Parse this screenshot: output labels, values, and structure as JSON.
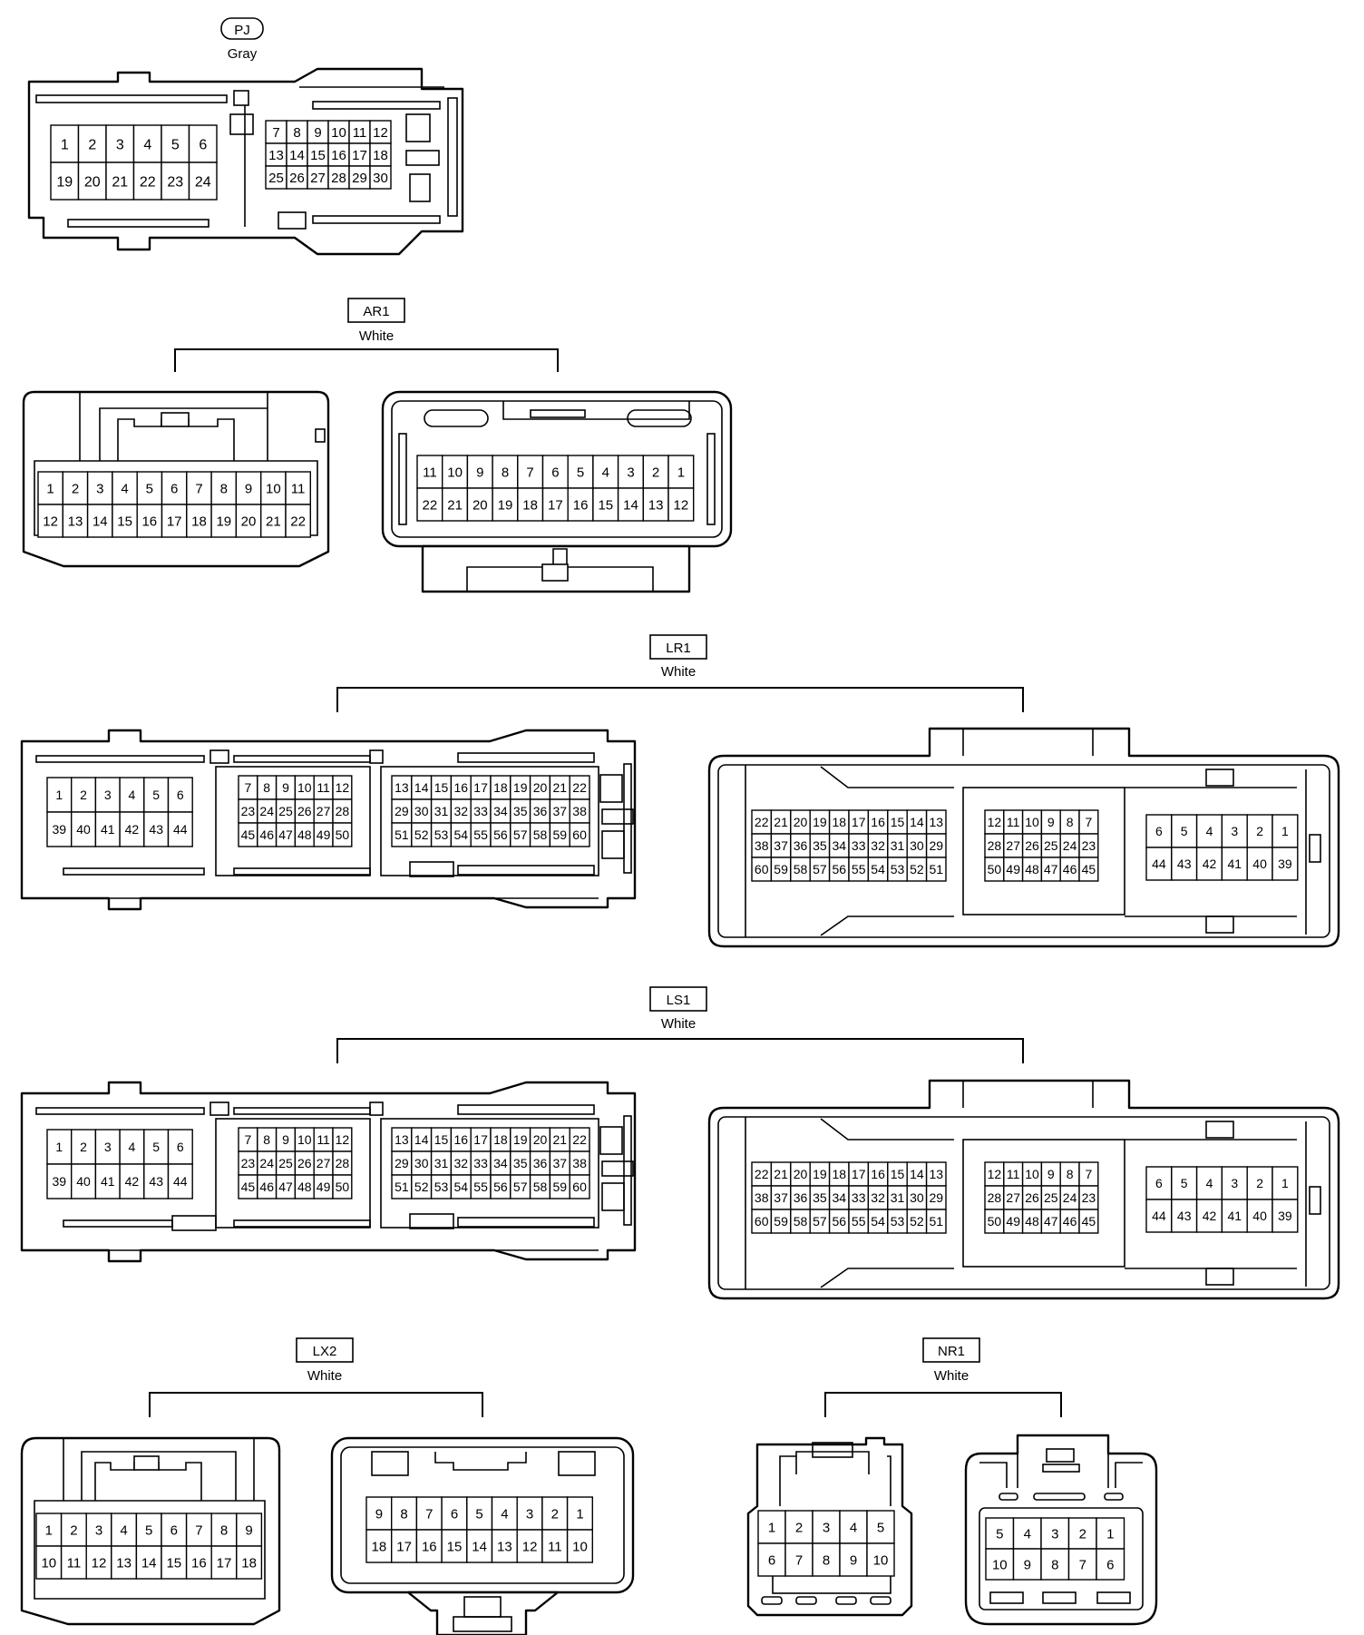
{
  "connectors": {
    "pj": {
      "code": "PJ",
      "color": "Gray"
    },
    "ar1": {
      "code": "AR1",
      "color": "White"
    },
    "lr1": {
      "code": "LR1",
      "color": "White"
    },
    "ls1": {
      "code": "LS1",
      "color": "White"
    },
    "lx2": {
      "code": "LX2",
      "color": "White"
    },
    "nr1": {
      "code": "NR1",
      "color": "White"
    }
  },
  "pin_grids": {
    "pj_left": [
      [
        "1",
        "2",
        "3",
        "4",
        "5",
        "6"
      ],
      [
        "19",
        "20",
        "21",
        "22",
        "23",
        "24"
      ]
    ],
    "pj_right": [
      [
        "7",
        "8",
        "9",
        "10",
        "11",
        "12"
      ],
      [
        "13",
        "14",
        "15",
        "16",
        "17",
        "18"
      ],
      [
        "25",
        "26",
        "27",
        "28",
        "29",
        "30"
      ]
    ],
    "ar1_female": [
      [
        "1",
        "2",
        "3",
        "4",
        "5",
        "6",
        "7",
        "8",
        "9",
        "10",
        "11"
      ],
      [
        "12",
        "13",
        "14",
        "15",
        "16",
        "17",
        "18",
        "19",
        "20",
        "21",
        "22"
      ]
    ],
    "ar1_male": [
      [
        "11",
        "10",
        "9",
        "8",
        "7",
        "6",
        "5",
        "4",
        "3",
        "2",
        "1"
      ],
      [
        "22",
        "21",
        "20",
        "19",
        "18",
        "17",
        "16",
        "15",
        "14",
        "13",
        "12"
      ]
    ],
    "big_f_a": [
      [
        "1",
        "2",
        "3",
        "4",
        "5",
        "6"
      ],
      [
        "39",
        "40",
        "41",
        "42",
        "43",
        "44"
      ]
    ],
    "big_f_b": [
      [
        "7",
        "8",
        "9",
        "10",
        "11",
        "12"
      ],
      [
        "23",
        "24",
        "25",
        "26",
        "27",
        "28"
      ],
      [
        "45",
        "46",
        "47",
        "48",
        "49",
        "50"
      ]
    ],
    "big_f_c": [
      [
        "13",
        "14",
        "15",
        "16",
        "17",
        "18",
        "19",
        "20",
        "21",
        "22"
      ],
      [
        "29",
        "30",
        "31",
        "32",
        "33",
        "34",
        "35",
        "36",
        "37",
        "38"
      ],
      [
        "51",
        "52",
        "53",
        "54",
        "55",
        "56",
        "57",
        "58",
        "59",
        "60"
      ]
    ],
    "big_m_a": [
      [
        "22",
        "21",
        "20",
        "19",
        "18",
        "17",
        "16",
        "15",
        "14",
        "13"
      ],
      [
        "38",
        "37",
        "36",
        "35",
        "34",
        "33",
        "32",
        "31",
        "30",
        "29"
      ],
      [
        "60",
        "59",
        "58",
        "57",
        "56",
        "55",
        "54",
        "53",
        "52",
        "51"
      ]
    ],
    "big_m_b": [
      [
        "12",
        "11",
        "10",
        "9",
        "8",
        "7"
      ],
      [
        "28",
        "27",
        "26",
        "25",
        "24",
        "23"
      ],
      [
        "50",
        "49",
        "48",
        "47",
        "46",
        "45"
      ]
    ],
    "big_m_c": [
      [
        "6",
        "5",
        "4",
        "3",
        "2",
        "1"
      ],
      [
        "44",
        "43",
        "42",
        "41",
        "40",
        "39"
      ]
    ],
    "lx2_female": [
      [
        "1",
        "2",
        "3",
        "4",
        "5",
        "6",
        "7",
        "8",
        "9"
      ],
      [
        "10",
        "11",
        "12",
        "13",
        "14",
        "15",
        "16",
        "17",
        "18"
      ]
    ],
    "lx2_male": [
      [
        "9",
        "8",
        "7",
        "6",
        "5",
        "4",
        "3",
        "2",
        "1"
      ],
      [
        "18",
        "17",
        "16",
        "15",
        "14",
        "13",
        "12",
        "11",
        "10"
      ]
    ],
    "nr1_female": [
      [
        "1",
        "2",
        "3",
        "4",
        "5"
      ],
      [
        "6",
        "7",
        "8",
        "9",
        "10"
      ]
    ],
    "nr1_male": [
      [
        "5",
        "4",
        "3",
        "2",
        "1"
      ],
      [
        "10",
        "9",
        "8",
        "7",
        "6"
      ]
    ]
  }
}
